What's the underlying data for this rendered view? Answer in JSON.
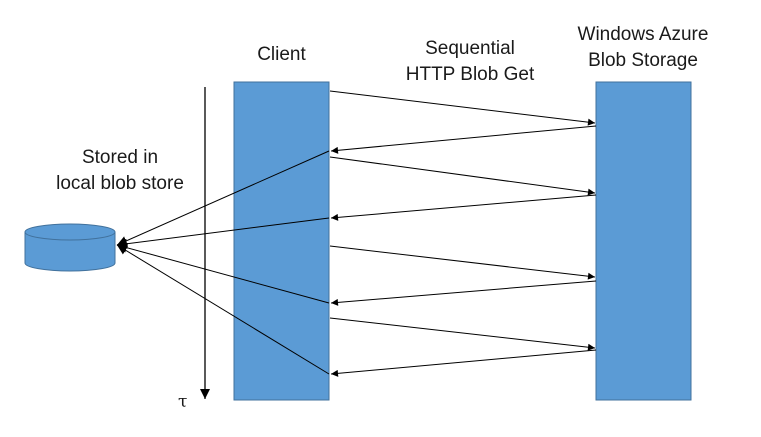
{
  "labels": {
    "client": "Client",
    "request": [
      "Sequential",
      "HTTP Blob Get"
    ],
    "storage": [
      "Windows Azure",
      "Blob Storage"
    ],
    "local_store": [
      "Stored in",
      "local blob store"
    ],
    "time_axis": "τ"
  },
  "colors": {
    "box_fill": "#5b9bd5",
    "box_stroke": "#41719c",
    "arrow": "#000000"
  },
  "icons": {
    "local_store": "database-cylinder-icon",
    "time_axis": "down-arrow-icon"
  }
}
